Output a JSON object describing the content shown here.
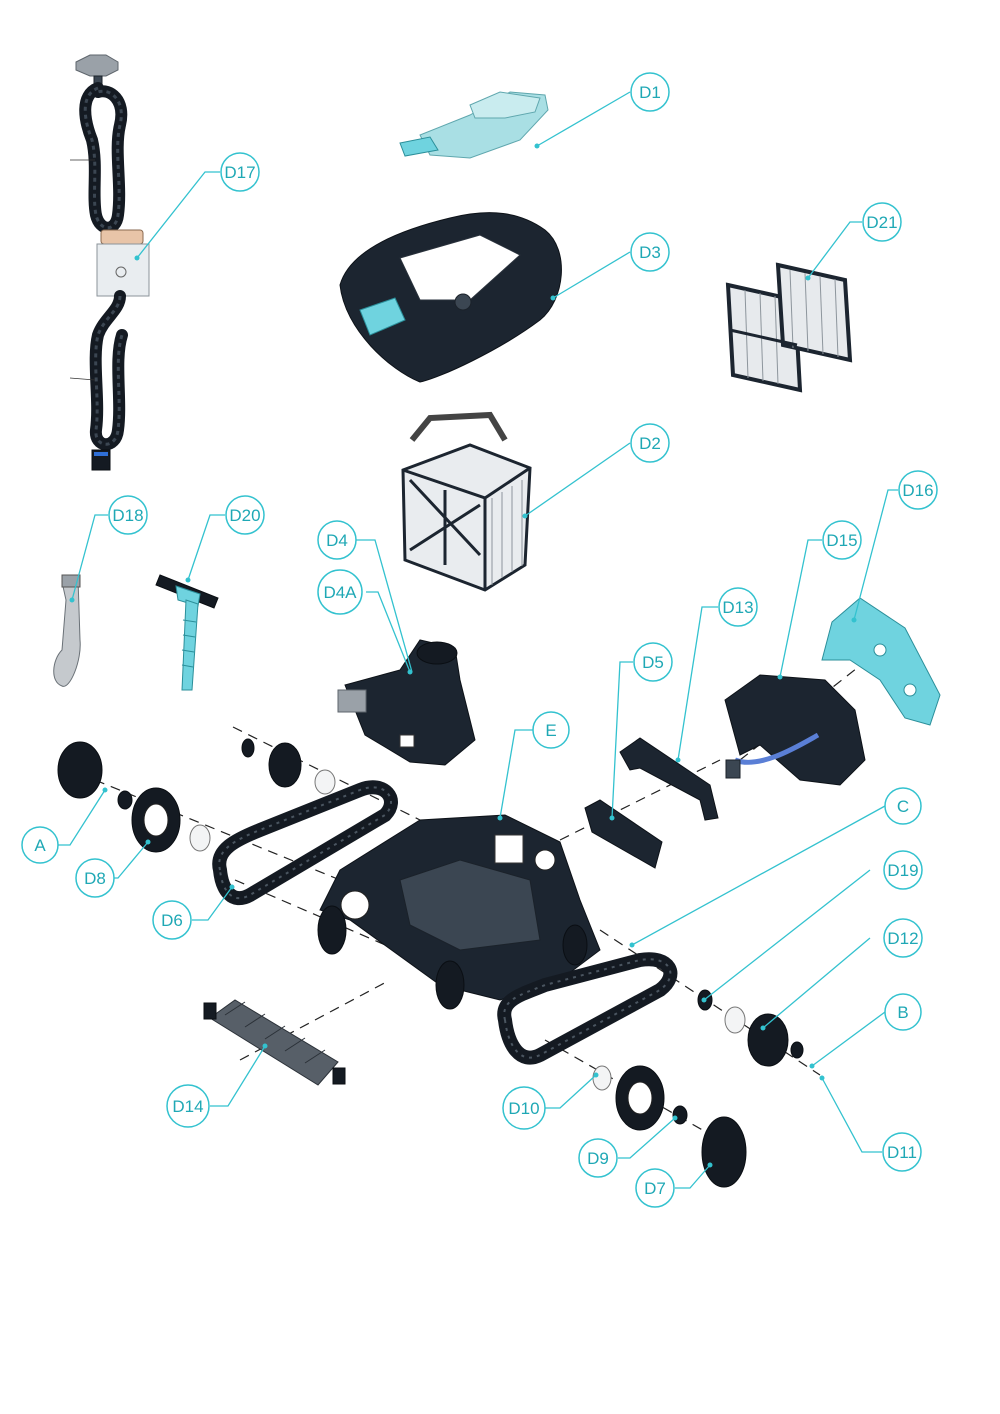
{
  "colors": {
    "callout_stroke": "#33c2cf",
    "callout_text": "#1fa8b5",
    "part_dark": "#1c2530",
    "part_accent": "#6fd3df"
  },
  "callouts": {
    "D1": "D1",
    "D2": "D2",
    "D3": "D3",
    "D4": "D4",
    "D4A": "D4A",
    "D5": "D5",
    "D6": "D6",
    "D7": "D7",
    "D8": "D8",
    "D9": "D9",
    "D10": "D10",
    "D11": "D11",
    "D12": "D12",
    "D13": "D13",
    "D14": "D14",
    "D15": "D15",
    "D16": "D16",
    "D17": "D17",
    "D18": "D18",
    "D19": "D19",
    "D20": "D20",
    "D21": "D21",
    "A": "A",
    "B": "B",
    "C": "C",
    "E": "E"
  }
}
